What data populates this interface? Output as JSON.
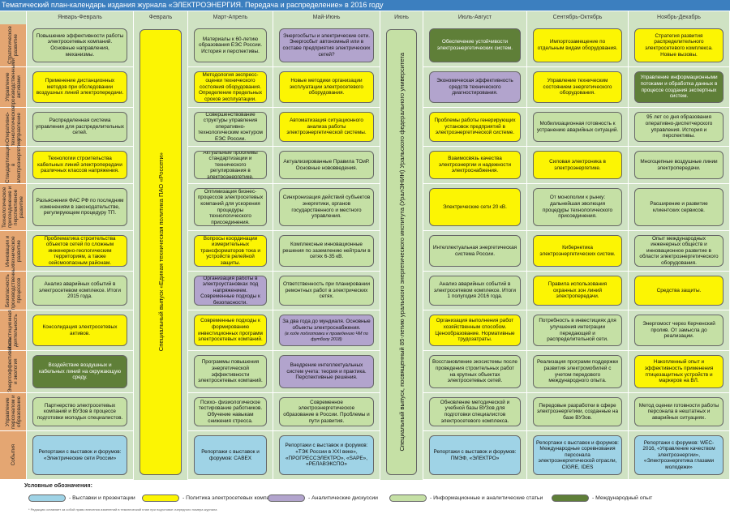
{
  "title": "Тематический план-календарь издания журнала «ЭЛЕКТРОЭНЕРГИЯ. Передача и распределение» в 2016 году",
  "columns": [
    "Январь-Февраль",
    "Февраль",
    "Март-Апрель",
    "Май-Июнь",
    "Июнь",
    "Июль-Август",
    "Сентябрь-Октябрь",
    "Ноябрь-Декабрь"
  ],
  "colors": {
    "blue": "#9fd3e6",
    "yellow": "#fcf503",
    "purple": "#b2a4cd",
    "light_green": "#c5e0a5",
    "dark_green": "#5f7f38",
    "row_label": "#e4a672",
    "cell_bg": "#cfe2c3",
    "title_bg": "#3c7fbf"
  },
  "special": {
    "feb": "Специальный выпуск «Единая техническая политика ПАО «Россети»",
    "jun": "Специальный выпуск, посвященный 85-летию уральского энергетического института (УралЭНИН) Уральского федерального университета"
  },
  "rows": [
    {
      "label": "Стратегическое развитие",
      "cells": [
        {
          "text": "Повышение эффективности работы электросетевых компаний. Основные направления, механизмы.",
          "color": "light_green"
        },
        {
          "text": "Материалы к 60-летию образования ЕЭС России. История и перспективы.",
          "color": "light_green"
        },
        {
          "text": "Энергосбыты и электрические сети. Энергосбыт автономный или в составе предприятия электрических сетей?",
          "color": "purple"
        },
        {
          "text": "Обеспечение устойчивости электроэнергетических систем.",
          "color": "dark_green"
        },
        {
          "text": "Импортозамещение по отдельным видам оборудования.",
          "color": "yellow"
        },
        {
          "text": "Стратегия развития распределительного электросетевого комплекса. Новые вызовы.",
          "color": "yellow"
        }
      ]
    },
    {
      "label": "Управление производственными активами",
      "cells": [
        {
          "text": "Применение дистанционных методов при обследовании воздушных линий электропередачи.",
          "color": "yellow"
        },
        {
          "text": "Методология экспресс-оценки технического состояния оборудования. Определение предельных сроков эксплуатации.",
          "color": "yellow"
        },
        {
          "text": "Новые методики организации эксплуатации электросетевого оборудования.",
          "color": "yellow"
        },
        {
          "text": "Экономическая эффективность средств технического диагностирования.",
          "color": "purple"
        },
        {
          "text": "Управление техническим состоянием энергетического оборудования.",
          "color": "yellow"
        },
        {
          "text": "Управление информационными потоками и обработка данных в процессе создания экспертных систем.",
          "color": "dark_green"
        }
      ]
    },
    {
      "label": "Оперативно-технологическое управление",
      "cells": [
        {
          "text": "Распределенная система управления для распределительных сетей.",
          "color": "light_green"
        },
        {
          "text": "Совершенствование структуры управления оперативно-технологическим контуром ЕЭС России.",
          "color": "light_green"
        },
        {
          "text": "Автоматизация ситуационного анализа работы электроэнергетической системы.",
          "color": "yellow"
        },
        {
          "text": "Проблемы работы генерирующих установок предприятий в электроэнергетической системе.",
          "color": "yellow"
        },
        {
          "text": "Мобилизационная готовность к устранению аварийных ситуаций.",
          "color": "light_green"
        },
        {
          "text": "95 лет со дня образования оперативно-диспетчерского управления. История и перспективы.",
          "color": "light_green"
        }
      ]
    },
    {
      "label": "Стандартизация в электроэнергетике",
      "cells": [
        {
          "text": "Технологии строительства кабельных линий электропередачи различных классов напряжения.",
          "color": "yellow"
        },
        {
          "text": "Актуальные проблемы стандартизации и технического регулирования в электроэнергетике.",
          "color": "light_green"
        },
        {
          "text": "Актуализированные Правила ТОиР. Основные нововведения.",
          "color": "light_green"
        },
        {
          "text": "Взаимосвязь качества электроэнергии и надежности электроснабжения.",
          "color": "yellow"
        },
        {
          "text": "Силовая электроника в электроэнергетике.",
          "color": "yellow"
        },
        {
          "text": "Многоцепные воздушные линии электропередачи.",
          "color": "light_green"
        }
      ]
    },
    {
      "label": "Технологическое присоединение и перспективное развитие",
      "cells": [
        {
          "text": "Разъяснения ФАС РФ по последним изменениям в законодательстве, регулирующем процедуру ТП.",
          "color": "light_green"
        },
        {
          "text": "Оптимизация бизнес-процессов электросетевых компаний для ускорения процедуры технологического присоединения.",
          "color": "light_green"
        },
        {
          "text": "Синхронизация действий субъектов энергетики, органов государственного и местного управления.",
          "color": "light_green"
        },
        {
          "text": "Электрические сети 20 кВ.",
          "color": "yellow"
        },
        {
          "text": "От монополии к рынку: дальнейшая эволюция процедуры технологического присоединения.",
          "color": "light_green"
        },
        {
          "text": "Расширение и развитие клиентских сервисов.",
          "color": "light_green"
        }
      ]
    },
    {
      "label": "Инновации и техническое развитие",
      "cells": [
        {
          "text": "Проблематика строительства объектов сетей по сложным инженерно-геологическим территориям, а также сейсмоопасным районам.",
          "color": "yellow"
        },
        {
          "text": "Вопросы координации измерительных трансформаторов тока и устройств релейной защиты.",
          "color": "yellow"
        },
        {
          "text": "Комплексные инновационные решения по заземлению нейтрали в сетях 6-35 кВ.",
          "color": "light_green"
        },
        {
          "text": "Интеллектуальная энергетическая система России.",
          "color": "light_green"
        },
        {
          "text": "Кибернетика электроэнергетических систем.",
          "color": "yellow"
        },
        {
          "text": "Опыт международных инженерных обществ и инновационное развитие в области электроэнергетического оборудования.",
          "color": "light_green"
        }
      ]
    },
    {
      "label": "Безопасность производственных процессов",
      "cells": [
        {
          "text": "Анализ аварийных событий в электросетевом комплексе. Итоги 2015 года.",
          "color": "light_green"
        },
        {
          "text": "Организация работы в электроустановках под напряжением. Современные подходы к безопасности.",
          "color": "purple"
        },
        {
          "text": "Ответственность при планировании ремонтных работ в электрических сетях.",
          "color": "light_green"
        },
        {
          "text": "Анализ аварийных событий в электросетевом комплексе. Итоги 1 полугодия 2016 года.",
          "color": "light_green"
        },
        {
          "text": "Правила использования охранных зон линий электропередачи.",
          "color": "yellow"
        },
        {
          "text": "Средства защиты.",
          "color": "yellow"
        }
      ]
    },
    {
      "label": "Инвестиционная деятельность",
      "cells": [
        {
          "text": "Консолидация электросетевых активов.",
          "color": "yellow"
        },
        {
          "text": "Современные подходы к формированию инвестиционных программ электросетевых компаний.",
          "color": "yellow"
        },
        {
          "text": "За два года до мундиаля. Основные объекты электроснабжения.",
          "note": "(в ходе подготовки к проведению ЧМ по футболу 2018)",
          "color": "purple"
        },
        {
          "text": "Организация выполнения работ хозяйственным способом. Ценообразование. Нормативные трудозатраты.",
          "color": "yellow"
        },
        {
          "text": "Потребность в инвестициях для улучшения интеграции передающей и распределительной сети.",
          "color": "light_green"
        },
        {
          "text": "Энергомост через Керченский пролив. От замысла до реализации.",
          "color": "light_green"
        }
      ]
    },
    {
      "label": "Энергоэффективность и экология",
      "cells": [
        {
          "text": "Воздействие воздушных и кабельных линий на окружающую среду.",
          "color": "dark_green"
        },
        {
          "text": "Программы повышения энергетической эффективности электросетевых компаний.",
          "color": "light_green"
        },
        {
          "text": "Внедрение интеллектуальных систем учета: теория и практика. Перспективные решения.",
          "color": "purple"
        },
        {
          "text": "Восстановление экосистемы после проведения строительных работ на крупных объектах электросетевых сетей.",
          "color": "light_green"
        },
        {
          "text": "Реализация программ поддержки развития электромобилей с учетом передового международного опыта.",
          "color": "light_green"
        },
        {
          "text": "Накопленный опыт и эффективность применения птицезащитных устройств и маркеров на ВЛ.",
          "color": "yellow"
        }
      ]
    },
    {
      "label": "Управление персоналом и образование",
      "cells": [
        {
          "text": "Партнерство электросетевых компаний и ВУЗов в процессе подготовки молодых специалистов.",
          "color": "light_green"
        },
        {
          "text": "Психо- физиологическое тестирование работников. Обучение навыкам снижения стресса.",
          "color": "light_green"
        },
        {
          "text": "Современное электроэнергетическое образование в России. Проблемы и пути развития.",
          "color": "light_green"
        },
        {
          "text": "Обновление методической и учебной базы ВУЗов для подготовки специалистов электросетевого комплекса.",
          "color": "light_green"
        },
        {
          "text": "Передовые разработки в сфере электроэнергетики, созданные на базе ВУЗов.",
          "color": "light_green"
        },
        {
          "text": "Метод оценки готовности работы персонала в нештатных и аварийных ситуациях.",
          "color": "light_green"
        }
      ]
    },
    {
      "label": "События",
      "cells": [
        {
          "text": "Репортажи с выставок и форумов: «Электрические сети России»",
          "color": "blue"
        },
        {
          "text": "Репортажи с выставок и форумов: CABEX",
          "color": "blue"
        },
        {
          "text": "Репортажи с выставок и форумов: «ТЭК России в XXI веке», «ПРОГРЕССЭЛЕКТРО», «SAPE», «РЕЛАВЭКСПО»",
          "color": "blue"
        },
        {
          "text": "Репортажи с выставок и форумов: ПМЭФ, «ЭЛЕКТРО»",
          "color": "blue"
        },
        {
          "text": "Репортажи с выставок и форумов: Международные соревнования персонала электроэнергетической отрасли, CIGRE, IDES",
          "color": "blue"
        },
        {
          "text": "Репортажи с форумов: WEC-2016, «Управление качеством электроэнергии», «Электроэнергетика глазами молодежи»",
          "color": "blue"
        }
      ]
    }
  ],
  "legend": {
    "title": "Условные обозначения:",
    "items": [
      {
        "label": "- Выставки и презентации",
        "color": "blue"
      },
      {
        "label": "- Политика электросетевых компаний",
        "color": "yellow"
      },
      {
        "label": "- Аналитические дискуссии",
        "color": "purple"
      },
      {
        "label": "- Информационные и аналитические статьи",
        "color": "light_green"
      },
      {
        "label": "- Международный опыт",
        "color": "dark_green"
      }
    ],
    "footnote": "* Редакция оставляет за собой право внесения изменений в тематический план при подготовке очередного номера журнала"
  }
}
